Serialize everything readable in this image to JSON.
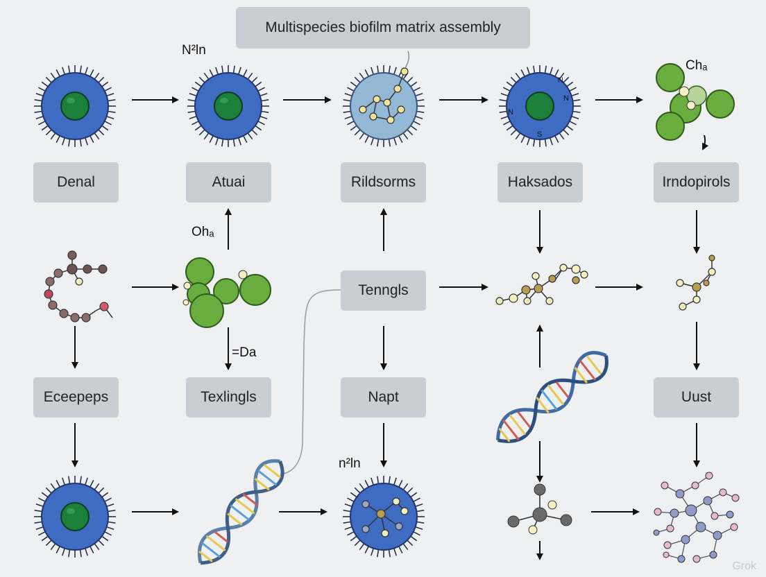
{
  "title": "Multispecies biofilm matrix assembly",
  "nodes": [
    {
      "key": "denal",
      "label": "Denal"
    },
    {
      "key": "atuai",
      "label": "Atuai"
    },
    {
      "key": "rildsorms",
      "label": "Rildsorms"
    },
    {
      "key": "haksados",
      "label": "Haksados"
    },
    {
      "key": "irndopirols",
      "label": "Irndopirols"
    },
    {
      "key": "tenngls",
      "label": "Tenngls"
    },
    {
      "key": "eceepeps",
      "label": "Eceepeps"
    },
    {
      "key": "texlingls",
      "label": "Texlingls"
    },
    {
      "key": "napt",
      "label": "Napt"
    },
    {
      "key": "uust",
      "label": "Uust"
    }
  ],
  "annotations": {
    "n2ln_upper": "N²ln",
    "cha": "Chₐ",
    "oha": "Ohₐ",
    "eqda": "=Da",
    "n2ln_lower": "n²ln"
  },
  "watermark": "Grok",
  "colors": {
    "background": "#eef0f2",
    "node_box": "#c9ced5",
    "cell_membrane": "#3e6cc3",
    "cell_nucleus": "#1c7f3a",
    "globule_green": "#69ad3e",
    "dna_blue": "#3f6aa3",
    "arrow": "#111111"
  }
}
